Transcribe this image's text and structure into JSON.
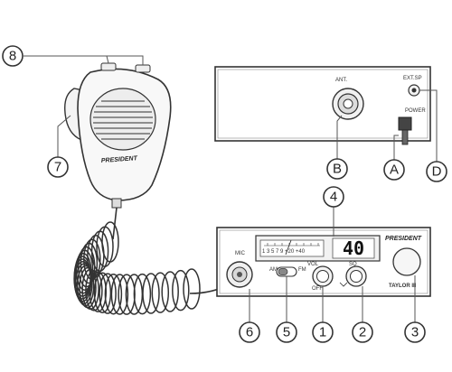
{
  "brand_label": "PRESIDENT",
  "model_label": "TAYLOR III",
  "channel_display": "40",
  "meter_scale_text": "1 3 5 7 9 +20 +40",
  "back_panel": {
    "ant_label": "ANT.",
    "ext_sp_label": "EXT.SP",
    "power_label": "POWER"
  },
  "front_panel": {
    "mic_label": "MIC",
    "am_label": "AM",
    "fm_label": "FM",
    "vol_label": "VOL",
    "sq_label": "SQ",
    "off_label": "OFF"
  },
  "callouts": {
    "c1": "1",
    "c2": "2",
    "c3": "3",
    "c4": "4",
    "c5": "5",
    "c6": "6",
    "c7": "7",
    "c8": "8",
    "cA": "A",
    "cB": "B",
    "cD": "D"
  }
}
